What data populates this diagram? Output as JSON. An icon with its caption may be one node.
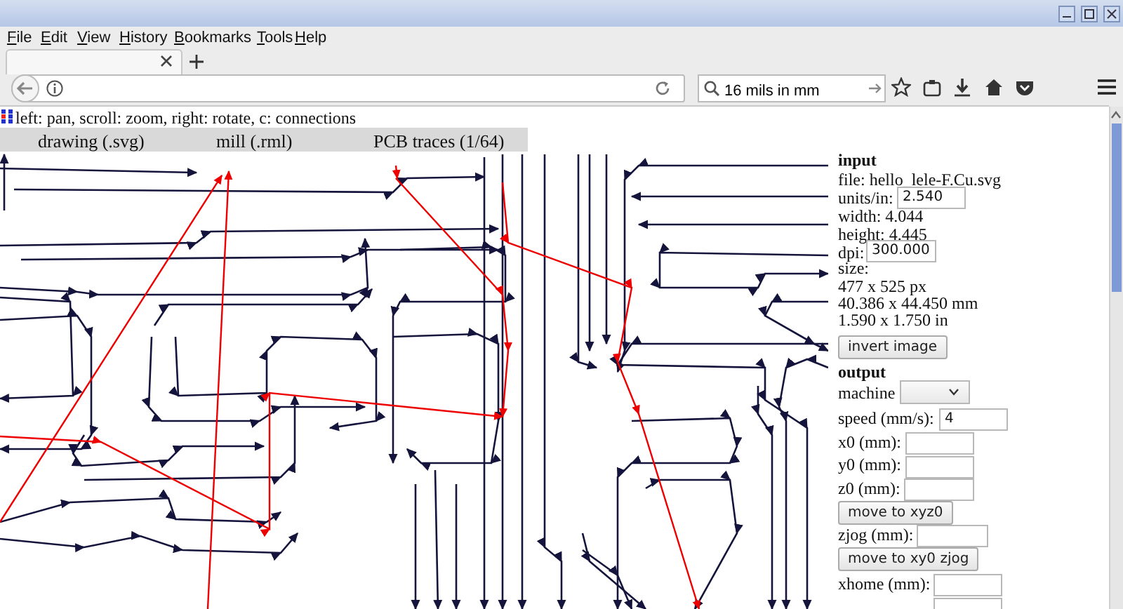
{
  "diagram": {
    "labels": [
      "File",
      "Edit",
      "View",
      "History",
      "Bookmarks",
      "Tools",
      "Help",
      "16 mils in mm",
      "left: pan, scroll: zoom, right: rotate, c: connections",
      "drawing (.svg)",
      "mill (.rml)",
      "PCB traces (1/64)",
      "input",
      "file: hello_lele-F.Cu.svg",
      "units/in:",
      "2.540",
      "width: 4.044",
      "height: 4.445",
      "dpi:",
      "300.000",
      "size:",
      "477 x 525 px",
      "40.386 x 44.450 mm",
      "1.590 x 1.750 in",
      "invert image",
      "output",
      "machine",
      "speed (mm/s):",
      "4",
      "x0 (mm):",
      "y0 (mm):",
      "z0 (mm):",
      "move to xyz0",
      "zjog (mm):",
      "move to xy0 zjog",
      "xhome (mm):"
    ]
  }
}
